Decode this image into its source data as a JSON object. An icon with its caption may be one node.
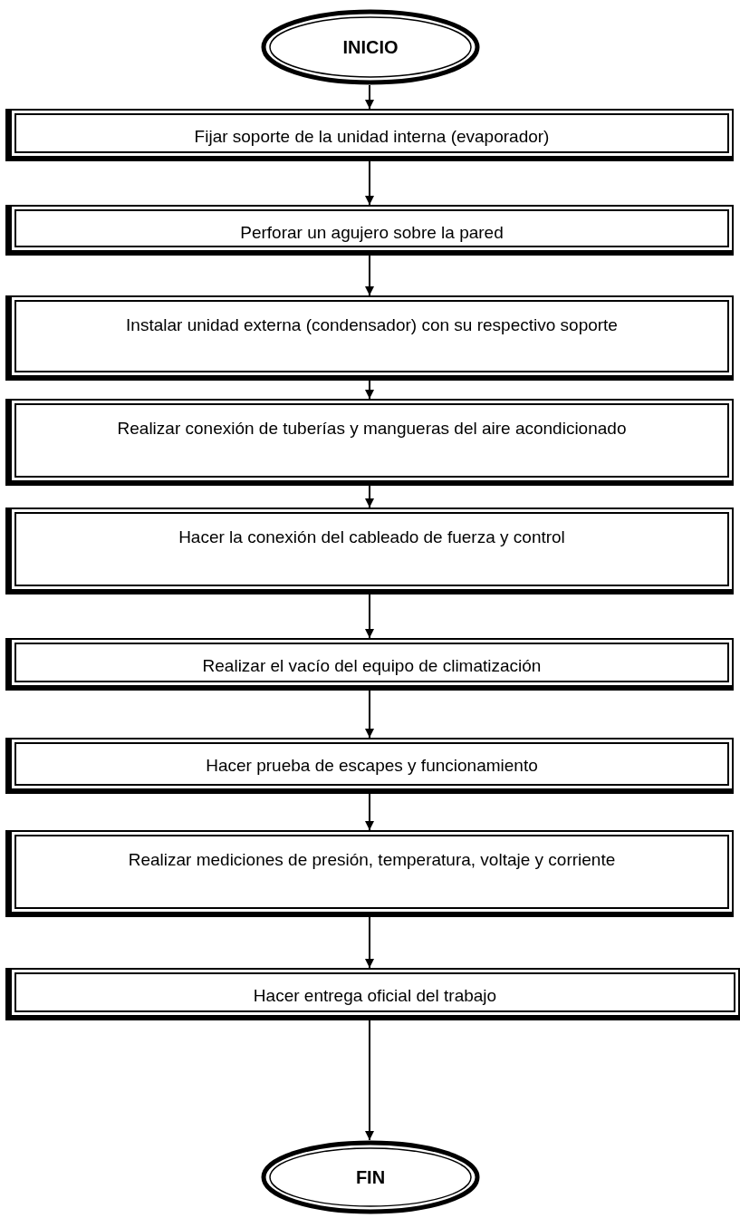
{
  "diagram": {
    "nodes": [
      {
        "text": [
          "INICIO"
        ]
      },
      {
        "text": [
          "Fijar soporte de la unidad interna (evaporador)"
        ]
      },
      {
        "text": [
          "Perforar un agujero sobre la pared"
        ]
      },
      {
        "text": [
          "Instalar unidad externa (condensador)  con su respectivo soporte"
        ]
      },
      {
        "text": [
          "Realizar conexión de tuberías y mangueras del aire acondicionado"
        ]
      },
      {
        "text": [
          "Hacer la conexión del cableado de fuerza y control"
        ]
      },
      {
        "text": [
          "Realizar el vacío del equipo de climatización"
        ]
      },
      {
        "text": [
          "Hacer prueba de escapes y funcionamiento"
        ]
      },
      {
        "text": [
          "Realizar mediciones de presión, temperatura, voltaje y corriente"
        ]
      },
      {
        "text": [
          "Hacer entrega oficial del trabajo"
        ]
      },
      {
        "text": [
          "FIN"
        ]
      }
    ],
    "edges": [
      {
        "from": 0,
        "to": 1,
        "arrow": "to"
      },
      {
        "from": 1,
        "to": 2,
        "arrow": "to"
      },
      {
        "from": 2,
        "to": 3,
        "arrow": "to"
      },
      {
        "from": 3,
        "to": 4,
        "arrow": "to"
      },
      {
        "from": 4,
        "to": 5,
        "arrow": "to"
      },
      {
        "from": 5,
        "to": 6,
        "arrow": "to"
      },
      {
        "from": 6,
        "to": 7,
        "arrow": "to"
      },
      {
        "from": 7,
        "to": 8,
        "arrow": "to"
      },
      {
        "from": 8,
        "to": 9,
        "arrow": "to"
      },
      {
        "from": 9,
        "to": 10,
        "arrow": "to"
      }
    ]
  }
}
